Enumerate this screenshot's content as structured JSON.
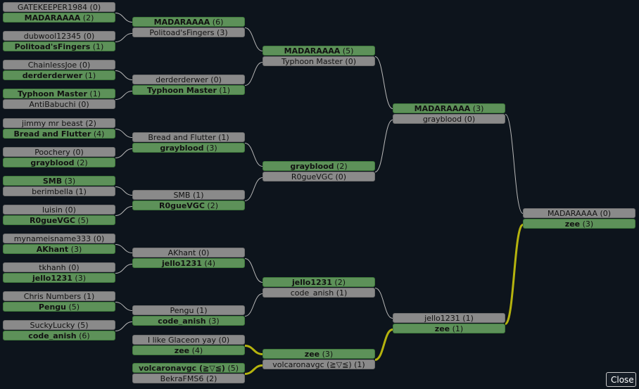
{
  "colors": {
    "winner": "#5d9159",
    "loser": "#8a8a8a",
    "line": "#b8b8b8",
    "champion_path": "#b5b30e",
    "background": "#0d141c"
  },
  "close_label": "Close",
  "rounds": [
    [
      {
        "p1": {
          "name": "GATEKEEPER1984",
          "score": "0"
        },
        "p2": {
          "name": "MADARAAAA",
          "score": "2"
        },
        "winner": 2
      },
      {
        "p1": {
          "name": "dubwool12345",
          "score": "0"
        },
        "p2": {
          "name": "Politoad'sFingers",
          "score": "1"
        },
        "winner": 2
      },
      {
        "p1": {
          "name": "ChainlessJoe",
          "score": "0"
        },
        "p2": {
          "name": "derderderwer",
          "score": "1"
        },
        "winner": 2
      },
      {
        "p1": {
          "name": "Typhoon Master",
          "score": "1"
        },
        "p2": {
          "name": "AntiBabuchi",
          "score": "0"
        },
        "winner": 1
      },
      {
        "p1": {
          "name": "jimmy mr beast",
          "score": "2"
        },
        "p2": {
          "name": "Bread and Flutter",
          "score": "4"
        },
        "winner": 2
      },
      {
        "p1": {
          "name": "Poochery",
          "score": "0"
        },
        "p2": {
          "name": "grayblood",
          "score": "2"
        },
        "winner": 2
      },
      {
        "p1": {
          "name": "SMB",
          "score": "3"
        },
        "p2": {
          "name": "berimbella",
          "score": "1"
        },
        "winner": 1
      },
      {
        "p1": {
          "name": "luisin",
          "score": "0"
        },
        "p2": {
          "name": "R0gueVGC",
          "score": "5"
        },
        "winner": 2
      },
      {
        "p1": {
          "name": "mynameisname333",
          "score": "0"
        },
        "p2": {
          "name": "AKhant",
          "score": "3"
        },
        "winner": 2
      },
      {
        "p1": {
          "name": "tkhanh",
          "score": "0"
        },
        "p2": {
          "name": "jello1231",
          "score": "3"
        },
        "winner": 2
      },
      {
        "p1": {
          "name": "Chris Numbers",
          "score": "1"
        },
        "p2": {
          "name": "Pengu",
          "score": "5"
        },
        "winner": 2
      },
      {
        "p1": {
          "name": "SuckyLucky",
          "score": "5"
        },
        "p2": {
          "name": "code_anish",
          "score": "6"
        },
        "winner": 2
      }
    ],
    [
      {
        "p1": {
          "name": "MADARAAAA",
          "score": "6"
        },
        "p2": {
          "name": "Politoad'sFingers",
          "score": "3"
        },
        "winner": 1
      },
      {
        "p1": {
          "name": "derderderwer",
          "score": "0"
        },
        "p2": {
          "name": "Typhoon Master",
          "score": "1"
        },
        "winner": 2
      },
      {
        "p1": {
          "name": "Bread and Flutter",
          "score": "1"
        },
        "p2": {
          "name": "grayblood",
          "score": "3"
        },
        "winner": 2
      },
      {
        "p1": {
          "name": "SMB",
          "score": "1"
        },
        "p2": {
          "name": "R0gueVGC",
          "score": "2"
        },
        "winner": 2
      },
      {
        "p1": {
          "name": "AKhant",
          "score": "0"
        },
        "p2": {
          "name": "jello1231",
          "score": "4"
        },
        "winner": 2
      },
      {
        "p1": {
          "name": "Pengu",
          "score": "1"
        },
        "p2": {
          "name": "code_anish",
          "score": "3"
        },
        "winner": 2
      },
      {
        "p1": {
          "name": "I like Glaceon yay",
          "score": "0"
        },
        "p2": {
          "name": "zee",
          "score": "4"
        },
        "winner": 2
      },
      {
        "p1": {
          "name": "volcaronavgc (≧▽≦)",
          "score": "5"
        },
        "p2": {
          "name": "BekraFMS6",
          "score": "2"
        },
        "winner": 1
      }
    ],
    [
      {
        "p1": {
          "name": "MADARAAAA",
          "score": "5"
        },
        "p2": {
          "name": "Typhoon Master",
          "score": "0"
        },
        "winner": 1
      },
      {
        "p1": {
          "name": "grayblood",
          "score": "2"
        },
        "p2": {
          "name": "R0gueVGC",
          "score": "0"
        },
        "winner": 1
      },
      {
        "p1": {
          "name": "jello1231",
          "score": "2"
        },
        "p2": {
          "name": "code_anish",
          "score": "1"
        },
        "winner": 1
      },
      {
        "p1": {
          "name": "zee",
          "score": "3"
        },
        "p2": {
          "name": "volcaronavgc (≧▽≦)",
          "score": "1"
        },
        "winner": 1
      }
    ],
    [
      {
        "p1": {
          "name": "MADARAAAA",
          "score": "3"
        },
        "p2": {
          "name": "grayblood",
          "score": "0"
        },
        "winner": 1
      },
      {
        "p1": {
          "name": "jello1231",
          "score": "1"
        },
        "p2": {
          "name": "zee",
          "score": "1"
        },
        "winner": 2
      }
    ],
    [
      {
        "p1": {
          "name": "MADARAAAA",
          "score": "0"
        },
        "p2": {
          "name": "zee",
          "score": "3"
        },
        "winner": 2
      }
    ]
  ]
}
